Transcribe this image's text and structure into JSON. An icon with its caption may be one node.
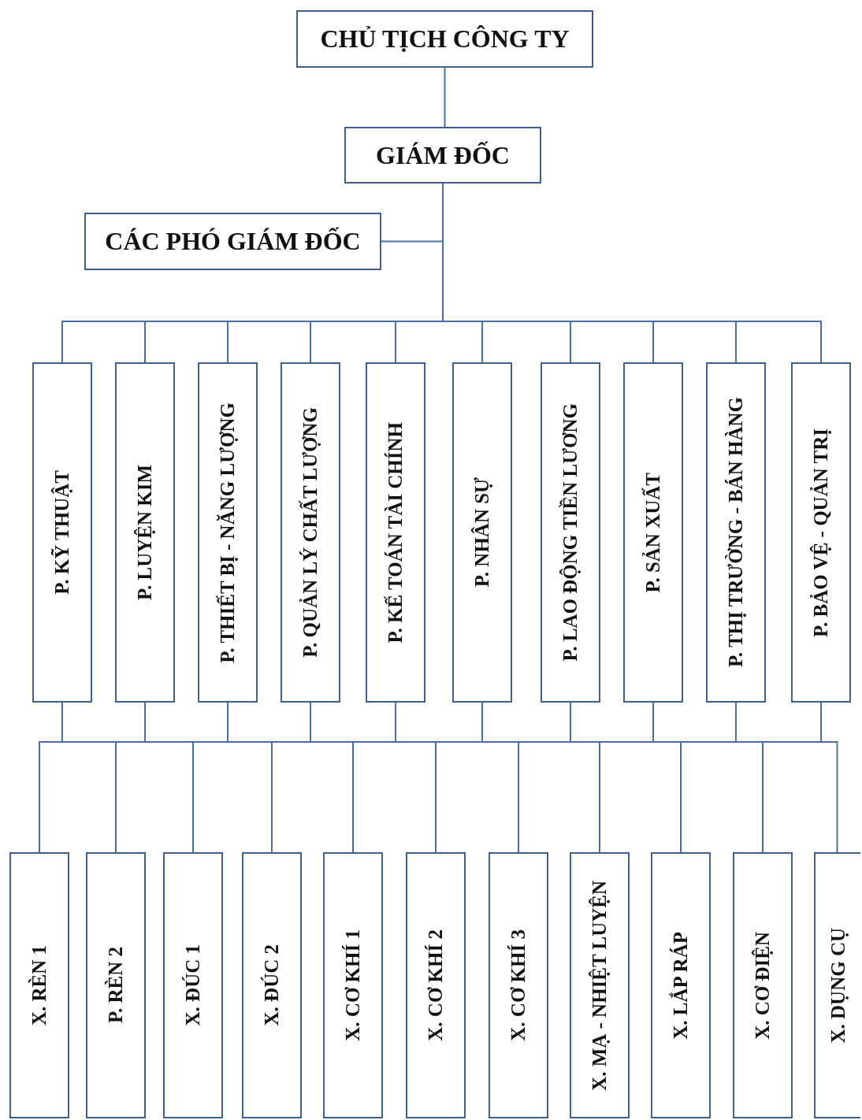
{
  "diagram": {
    "nodes": [
      {
        "text": [
          "CHỦ TỊCH CÔNG TY"
        ]
      },
      {
        "text": [
          "GIÁM ĐỐC"
        ]
      },
      {
        "text": [
          "CÁC PHÓ GIÁM ĐỐC"
        ]
      },
      {
        "text": [
          "P. KỸ THUẬT"
        ]
      },
      {
        "text": [
          "P. LUYỆN KIM"
        ]
      },
      {
        "text": [
          "P. THIẾT BỊ - NĂNG LƯỢNG"
        ]
      },
      {
        "text": [
          "P. QUẢN LÝ CHẤT LƯỢNG"
        ]
      },
      {
        "text": [
          "P. KẾ TOÁN TÀI CHÍNH"
        ]
      },
      {
        "text": [
          "P. NHÂN SỰ"
        ]
      },
      {
        "text": [
          "P. LAO ĐỘNG TIỀN LƯƠNG"
        ]
      },
      {
        "text": [
          "P. SẢN XUẤT"
        ]
      },
      {
        "text": [
          "P. THỊ TRƯỜNG - BÁN HÀNG"
        ]
      },
      {
        "text": [
          "P. BẢO VỆ - QUẢN TRỊ"
        ]
      },
      {
        "text": [
          "X. RÈN 1"
        ]
      },
      {
        "text": [
          "P. RÈN 2"
        ]
      },
      {
        "text": [
          "X. ĐÚC 1"
        ]
      },
      {
        "text": [
          "X. ĐÚC 2"
        ]
      },
      {
        "text": [
          "X. CƠ KHÍ 1"
        ]
      },
      {
        "text": [
          "X. CƠ KHÍ 2"
        ]
      },
      {
        "text": [
          "X. CƠ KHÍ 3"
        ]
      },
      {
        "text": [
          "X. MẠ - NHIỆT LUYỆN"
        ]
      },
      {
        "text": [
          "X. LẮP RÁP"
        ]
      },
      {
        "text": [
          "X. CƠ ĐIỆN"
        ]
      },
      {
        "text": [
          "X. DỤNG CỤ"
        ]
      }
    ],
    "edges": [
      {
        "from": 0,
        "to": 1,
        "arrow": "none"
      },
      {
        "from": 1,
        "to": 2,
        "arrow": "none"
      },
      {
        "from": 1,
        "to": 3,
        "arrow": "none"
      },
      {
        "from": 1,
        "to": 4,
        "arrow": "none"
      },
      {
        "from": 1,
        "to": 5,
        "arrow": "none"
      },
      {
        "from": 1,
        "to": 6,
        "arrow": "none"
      },
      {
        "from": 1,
        "to": 7,
        "arrow": "none"
      },
      {
        "from": 1,
        "to": 8,
        "arrow": "none"
      },
      {
        "from": 1,
        "to": 9,
        "arrow": "none"
      },
      {
        "from": 1,
        "to": 10,
        "arrow": "none"
      },
      {
        "from": 1,
        "to": 11,
        "arrow": "none"
      },
      {
        "from": 1,
        "to": 12,
        "arrow": "none"
      },
      {
        "from": 3,
        "to": 13,
        "arrow": "none"
      },
      {
        "from": 3,
        "to": 14,
        "arrow": "none"
      },
      {
        "from": 3,
        "to": 15,
        "arrow": "none"
      },
      {
        "from": 3,
        "to": 16,
        "arrow": "none"
      },
      {
        "from": 3,
        "to": 17,
        "arrow": "none"
      },
      {
        "from": 3,
        "to": 18,
        "arrow": "none"
      },
      {
        "from": 3,
        "to": 19,
        "arrow": "none"
      },
      {
        "from": 3,
        "to": 20,
        "arrow": "none"
      },
      {
        "from": 3,
        "to": 21,
        "arrow": "none"
      },
      {
        "from": 3,
        "to": 22,
        "arrow": "none"
      },
      {
        "from": 3,
        "to": 23,
        "arrow": "none"
      },
      {
        "from": 4,
        "to": 13,
        "arrow": "none"
      },
      {
        "from": 4,
        "to": 14,
        "arrow": "none"
      },
      {
        "from": 4,
        "to": 15,
        "arrow": "none"
      },
      {
        "from": 4,
        "to": 16,
        "arrow": "none"
      },
      {
        "from": 4,
        "to": 17,
        "arrow": "none"
      },
      {
        "from": 4,
        "to": 18,
        "arrow": "none"
      },
      {
        "from": 4,
        "to": 19,
        "arrow": "none"
      },
      {
        "from": 4,
        "to": 20,
        "arrow": "none"
      },
      {
        "from": 4,
        "to": 21,
        "arrow": "none"
      },
      {
        "from": 4,
        "to": 22,
        "arrow": "none"
      },
      {
        "from": 4,
        "to": 23,
        "arrow": "none"
      },
      {
        "from": 5,
        "to": 13,
        "arrow": "none"
      },
      {
        "from": 5,
        "to": 14,
        "arrow": "none"
      },
      {
        "from": 5,
        "to": 15,
        "arrow": "none"
      },
      {
        "from": 5,
        "to": 16,
        "arrow": "none"
      },
      {
        "from": 5,
        "to": 17,
        "arrow": "none"
      },
      {
        "from": 5,
        "to": 18,
        "arrow": "none"
      },
      {
        "from": 5,
        "to": 19,
        "arrow": "none"
      },
      {
        "from": 5,
        "to": 20,
        "arrow": "none"
      },
      {
        "from": 5,
        "to": 21,
        "arrow": "none"
      },
      {
        "from": 5,
        "to": 22,
        "arrow": "none"
      },
      {
        "from": 5,
        "to": 23,
        "arrow": "none"
      },
      {
        "from": 6,
        "to": 13,
        "arrow": "none"
      },
      {
        "from": 6,
        "to": 14,
        "arrow": "none"
      },
      {
        "from": 6,
        "to": 15,
        "arrow": "none"
      },
      {
        "from": 6,
        "to": 16,
        "arrow": "none"
      },
      {
        "from": 6,
        "to": 17,
        "arrow": "none"
      },
      {
        "from": 6,
        "to": 18,
        "arrow": "none"
      },
      {
        "from": 6,
        "to": 19,
        "arrow": "none"
      },
      {
        "from": 6,
        "to": 20,
        "arrow": "none"
      },
      {
        "from": 6,
        "to": 21,
        "arrow": "none"
      },
      {
        "from": 6,
        "to": 22,
        "arrow": "none"
      },
      {
        "from": 6,
        "to": 23,
        "arrow": "none"
      },
      {
        "from": 7,
        "to": 13,
        "arrow": "none"
      },
      {
        "from": 7,
        "to": 14,
        "arrow": "none"
      },
      {
        "from": 7,
        "to": 15,
        "arrow": "none"
      },
      {
        "from": 7,
        "to": 16,
        "arrow": "none"
      },
      {
        "from": 7,
        "to": 17,
        "arrow": "none"
      },
      {
        "from": 7,
        "to": 18,
        "arrow": "none"
      },
      {
        "from": 7,
        "to": 19,
        "arrow": "none"
      },
      {
        "from": 7,
        "to": 20,
        "arrow": "none"
      },
      {
        "from": 7,
        "to": 21,
        "arrow": "none"
      },
      {
        "from": 7,
        "to": 22,
        "arrow": "none"
      },
      {
        "from": 7,
        "to": 23,
        "arrow": "none"
      },
      {
        "from": 8,
        "to": 13,
        "arrow": "none"
      },
      {
        "from": 8,
        "to": 14,
        "arrow": "none"
      },
      {
        "from": 8,
        "to": 15,
        "arrow": "none"
      },
      {
        "from": 8,
        "to": 16,
        "arrow": "none"
      },
      {
        "from": 8,
        "to": 17,
        "arrow": "none"
      },
      {
        "from": 8,
        "to": 18,
        "arrow": "none"
      },
      {
        "from": 8,
        "to": 19,
        "arrow": "none"
      },
      {
        "from": 8,
        "to": 20,
        "arrow": "none"
      },
      {
        "from": 8,
        "to": 21,
        "arrow": "none"
      },
      {
        "from": 8,
        "to": 22,
        "arrow": "none"
      },
      {
        "from": 8,
        "to": 23,
        "arrow": "none"
      },
      {
        "from": 9,
        "to": 13,
        "arrow": "none"
      },
      {
        "from": 9,
        "to": 14,
        "arrow": "none"
      },
      {
        "from": 9,
        "to": 15,
        "arrow": "none"
      },
      {
        "from": 9,
        "to": 16,
        "arrow": "none"
      },
      {
        "from": 9,
        "to": 17,
        "arrow": "none"
      },
      {
        "from": 9,
        "to": 18,
        "arrow": "none"
      },
      {
        "from": 9,
        "to": 19,
        "arrow": "none"
      },
      {
        "from": 9,
        "to": 20,
        "arrow": "none"
      },
      {
        "from": 9,
        "to": 21,
        "arrow": "none"
      },
      {
        "from": 9,
        "to": 22,
        "arrow": "none"
      },
      {
        "from": 9,
        "to": 23,
        "arrow": "none"
      },
      {
        "from": 10,
        "to": 13,
        "arrow": "none"
      },
      {
        "from": 10,
        "to": 14,
        "arrow": "none"
      },
      {
        "from": 10,
        "to": 15,
        "arrow": "none"
      },
      {
        "from": 10,
        "to": 16,
        "arrow": "none"
      },
      {
        "from": 10,
        "to": 17,
        "arrow": "none"
      },
      {
        "from": 10,
        "to": 18,
        "arrow": "none"
      },
      {
        "from": 10,
        "to": 19,
        "arrow": "none"
      },
      {
        "from": 10,
        "to": 20,
        "arrow": "none"
      },
      {
        "from": 10,
        "to": 21,
        "arrow": "none"
      },
      {
        "from": 10,
        "to": 22,
        "arrow": "none"
      },
      {
        "from": 10,
        "to": 23,
        "arrow": "none"
      },
      {
        "from": 11,
        "to": 13,
        "arrow": "none"
      },
      {
        "from": 11,
        "to": 14,
        "arrow": "none"
      },
      {
        "from": 11,
        "to": 15,
        "arrow": "none"
      },
      {
        "from": 11,
        "to": 16,
        "arrow": "none"
      },
      {
        "from": 11,
        "to": 17,
        "arrow": "none"
      },
      {
        "from": 11,
        "to": 18,
        "arrow": "none"
      },
      {
        "from": 11,
        "to": 19,
        "arrow": "none"
      },
      {
        "from": 11,
        "to": 20,
        "arrow": "none"
      },
      {
        "from": 11,
        "to": 21,
        "arrow": "none"
      },
      {
        "from": 11,
        "to": 22,
        "arrow": "none"
      },
      {
        "from": 11,
        "to": 23,
        "arrow": "none"
      },
      {
        "from": 12,
        "to": 13,
        "arrow": "none"
      },
      {
        "from": 12,
        "to": 14,
        "arrow": "none"
      },
      {
        "from": 12,
        "to": 15,
        "arrow": "none"
      },
      {
        "from": 12,
        "to": 16,
        "arrow": "none"
      },
      {
        "from": 12,
        "to": 17,
        "arrow": "none"
      },
      {
        "from": 12,
        "to": 18,
        "arrow": "none"
      },
      {
        "from": 12,
        "to": 19,
        "arrow": "none"
      },
      {
        "from": 12,
        "to": 20,
        "arrow": "none"
      },
      {
        "from": 12,
        "to": 21,
        "arrow": "none"
      },
      {
        "from": 12,
        "to": 22,
        "arrow": "none"
      },
      {
        "from": 12,
        "to": 23,
        "arrow": "none"
      }
    ]
  }
}
